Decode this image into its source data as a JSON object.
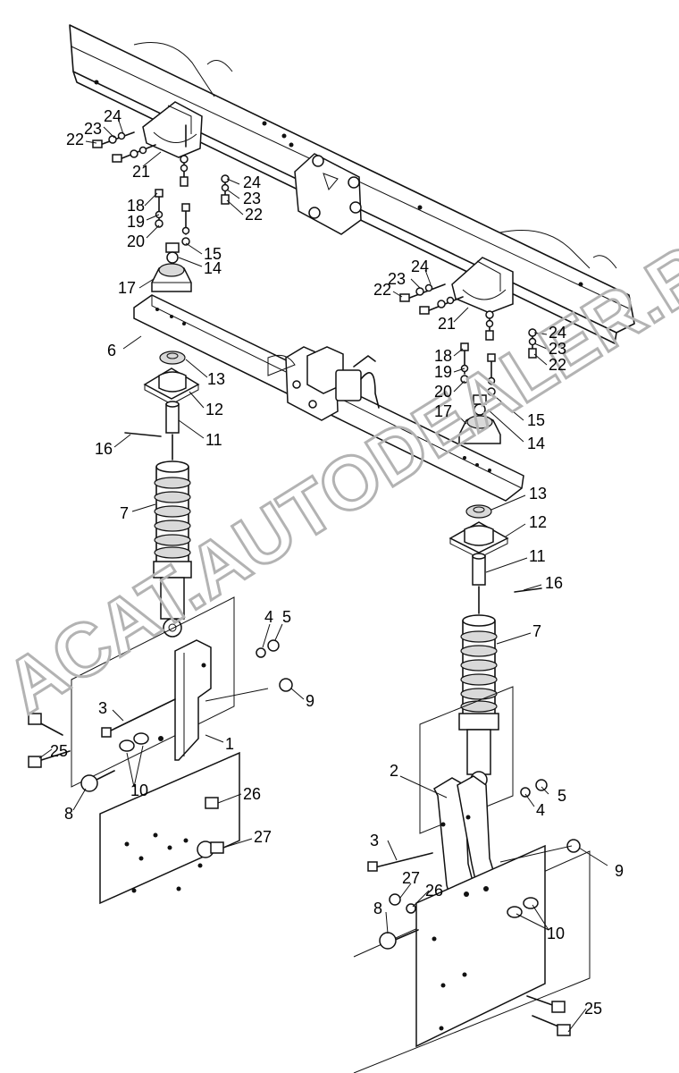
{
  "watermark": "ACAT.AUTODEALER.RU",
  "callouts": [
    {
      "id": "c24a",
      "text": "24"
    },
    {
      "id": "c23a",
      "text": "23"
    },
    {
      "id": "c22a",
      "text": "22"
    },
    {
      "id": "c21a",
      "text": "21"
    },
    {
      "id": "c24b",
      "text": "24"
    },
    {
      "id": "c23b",
      "text": "23"
    },
    {
      "id": "c22b",
      "text": "22"
    },
    {
      "id": "c18a",
      "text": "18"
    },
    {
      "id": "c19a",
      "text": "19"
    },
    {
      "id": "c20a",
      "text": "20"
    },
    {
      "id": "c15a",
      "text": "15"
    },
    {
      "id": "c14a",
      "text": "14"
    },
    {
      "id": "c17a",
      "text": "17"
    },
    {
      "id": "c6",
      "text": "6"
    },
    {
      "id": "c13a",
      "text": "13"
    },
    {
      "id": "c12a",
      "text": "12"
    },
    {
      "id": "c11a",
      "text": "11"
    },
    {
      "id": "c16a",
      "text": "16"
    },
    {
      "id": "c7a",
      "text": "7"
    },
    {
      "id": "c4a",
      "text": "4"
    },
    {
      "id": "c5a",
      "text": "5"
    },
    {
      "id": "c9a",
      "text": "9"
    },
    {
      "id": "c3a",
      "text": "3"
    },
    {
      "id": "c1",
      "text": "1"
    },
    {
      "id": "c25a",
      "text": "25"
    },
    {
      "id": "c10a",
      "text": "10"
    },
    {
      "id": "c8a",
      "text": "8"
    },
    {
      "id": "c26a",
      "text": "26"
    },
    {
      "id": "c27a",
      "text": "27"
    },
    {
      "id": "c24c",
      "text": "24"
    },
    {
      "id": "c23c",
      "text": "23"
    },
    {
      "id": "c22c",
      "text": "22"
    },
    {
      "id": "c21b",
      "text": "21"
    },
    {
      "id": "c24d",
      "text": "24"
    },
    {
      "id": "c23d",
      "text": "23"
    },
    {
      "id": "c22d",
      "text": "22"
    },
    {
      "id": "c18b",
      "text": "18"
    },
    {
      "id": "c19b",
      "text": "19"
    },
    {
      "id": "c20b",
      "text": "20"
    },
    {
      "id": "c17b",
      "text": "17"
    },
    {
      "id": "c15b",
      "text": "15"
    },
    {
      "id": "c14b",
      "text": "14"
    },
    {
      "id": "c13b",
      "text": "13"
    },
    {
      "id": "c12b",
      "text": "12"
    },
    {
      "id": "c11b",
      "text": "11"
    },
    {
      "id": "c16b",
      "text": "16"
    },
    {
      "id": "c7b",
      "text": "7"
    },
    {
      "id": "c2",
      "text": "2"
    },
    {
      "id": "c5b",
      "text": "5"
    },
    {
      "id": "c4b",
      "text": "4"
    },
    {
      "id": "c3b",
      "text": "3"
    },
    {
      "id": "c9b",
      "text": "9"
    },
    {
      "id": "c27b",
      "text": "27"
    },
    {
      "id": "c26b",
      "text": "26"
    },
    {
      "id": "c8b",
      "text": "8"
    },
    {
      "id": "c10b",
      "text": "10"
    },
    {
      "id": "c25b",
      "text": "25"
    }
  ]
}
